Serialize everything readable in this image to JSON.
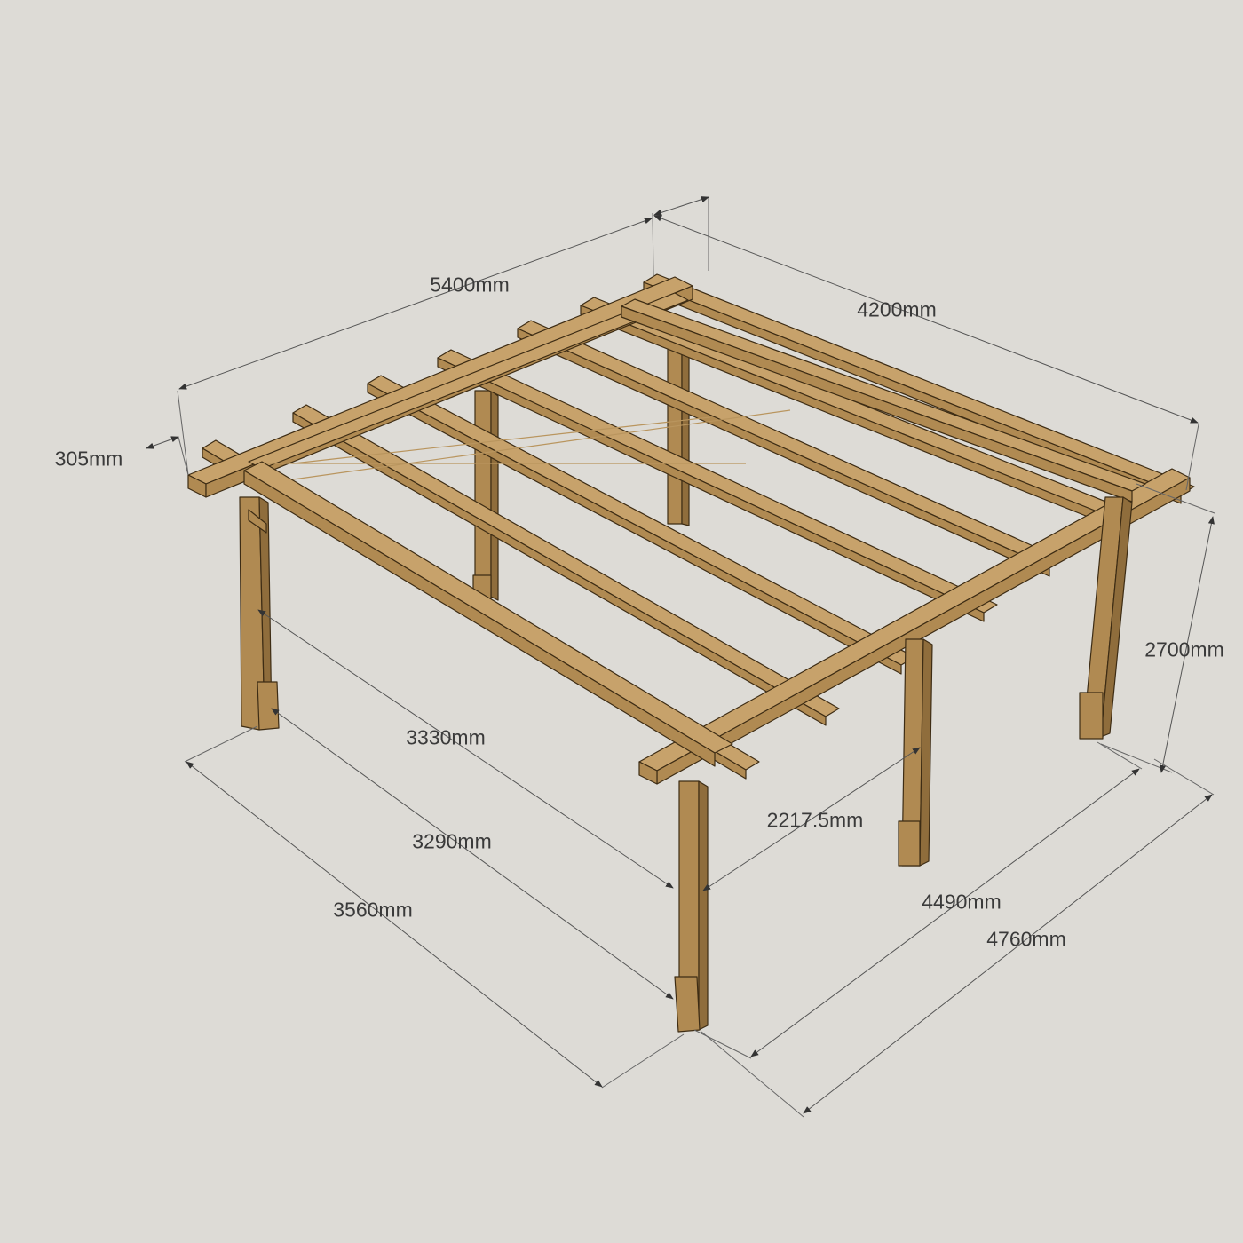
{
  "diagram": {
    "background": "#dddbd6",
    "wood_color": "#b08a52",
    "labels": {
      "length_overall": "5400mm",
      "width_overall": "4200mm",
      "overhang": "305mm",
      "height": "2700mm",
      "inner_span_a": "3330mm",
      "inner_span_b": "3290mm",
      "post_span_short": "3560mm",
      "post_spacing_mid": "2217.5mm",
      "inner_span_long": "4490mm",
      "post_span_long": "4760mm"
    }
  }
}
